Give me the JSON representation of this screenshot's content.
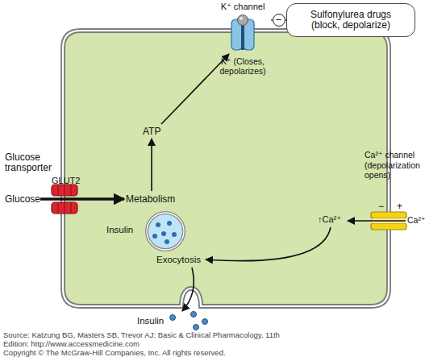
{
  "diagram": {
    "nodes": [
      {
        "text": [
          "K⁺ channel",
          "K⁺ (Closes, depolarizes)"
        ]
      },
      {
        "text": [
          "Sulfonylurea drugs (block, depolarize)"
        ]
      },
      {
        "text": [
          "Glucose transporter",
          "GLUT2"
        ]
      },
      {
        "text": [
          "Ca²⁺ channel (depolarization opens)"
        ]
      },
      {
        "text": [
          "Insulin"
        ]
      }
    ],
    "edges": [
      {
        "from": 1,
        "to": 0,
        "arrow": "none",
        "label": "−"
      }
    ],
    "labels": [
      "Glucose",
      "Metabolism",
      "ATP",
      "−",
      "+",
      "Ca²⁺",
      "↑Ca²⁺",
      "Exocytosis",
      "Insulin",
      "Source: Katzung BG, Masters SB, Trevor AJ: Basic & Clinical Pharmacology, 11th Edition: http://www.accessmedicine.com",
      "Copyright © The McGraw-Hill Companies, Inc. All rights reserved."
    ]
  }
}
